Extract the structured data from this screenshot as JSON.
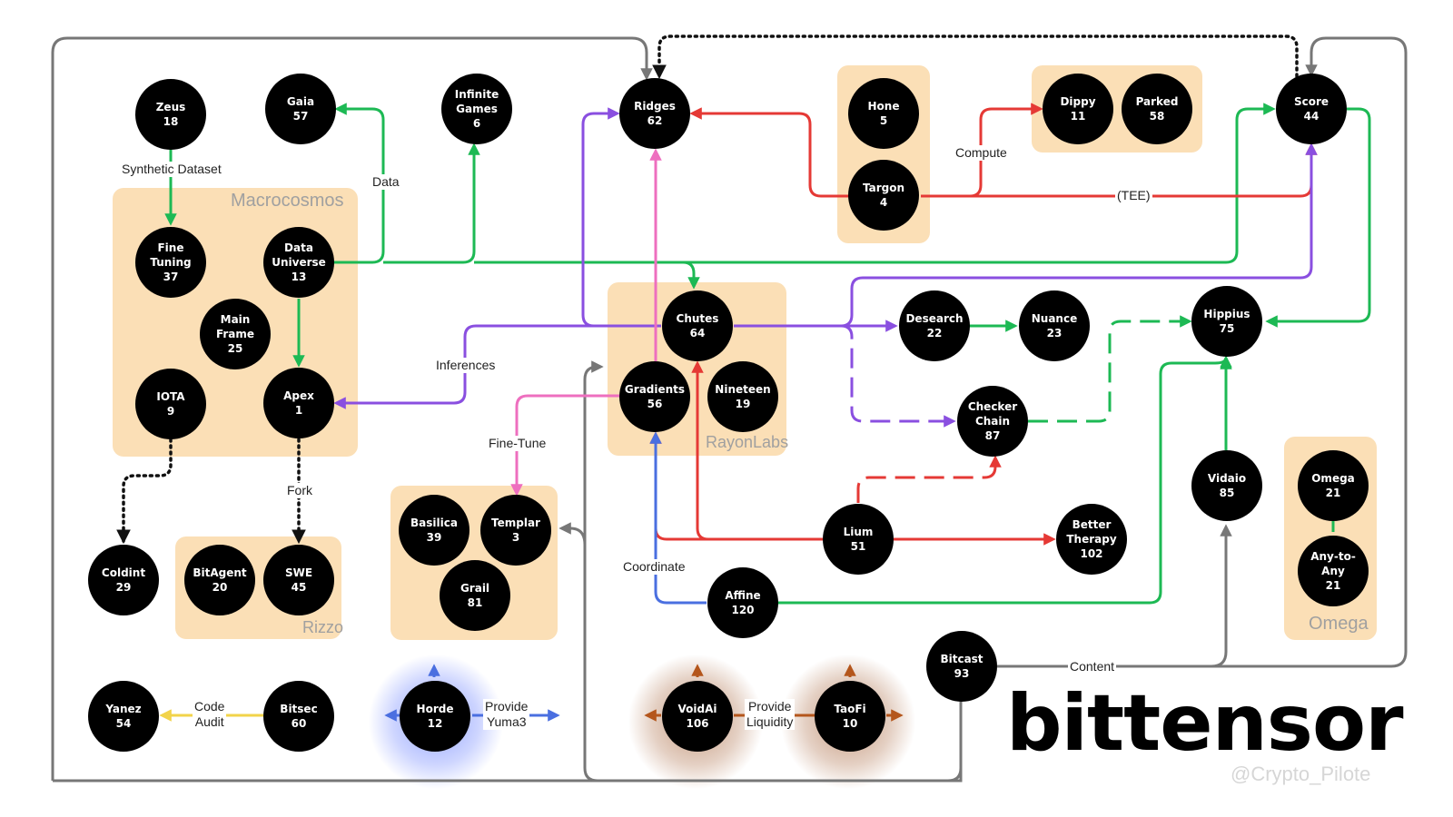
{
  "groups": {
    "macrocosmos": "Macrocosmos",
    "rayonlabs": "RayonLabs",
    "rizzo": "Rizzo",
    "omega": "Omega"
  },
  "nodes": {
    "zeus": {
      "name": "Zeus",
      "num": "18"
    },
    "gaia": {
      "name": "Gaia",
      "num": "57"
    },
    "infinite_games": {
      "name": "Infinite\nGames",
      "num": "6"
    },
    "ridges": {
      "name": "Ridges",
      "num": "62"
    },
    "hone": {
      "name": "Hone",
      "num": "5"
    },
    "targon": {
      "name": "Targon",
      "num": "4"
    },
    "dippy": {
      "name": "Dippy",
      "num": "11"
    },
    "parked": {
      "name": "Parked",
      "num": "58"
    },
    "score": {
      "name": "Score",
      "num": "44"
    },
    "fine_tuning": {
      "name": "Fine\nTuning",
      "num": "37"
    },
    "data_universe": {
      "name": "Data\nUniverse",
      "num": "13"
    },
    "main_frame": {
      "name": "Main\nFrame",
      "num": "25"
    },
    "iota": {
      "name": "IOTA",
      "num": "9"
    },
    "apex": {
      "name": "Apex",
      "num": "1"
    },
    "chutes": {
      "name": "Chutes",
      "num": "64"
    },
    "gradients": {
      "name": "Gradients",
      "num": "56"
    },
    "nineteen": {
      "name": "Nineteen",
      "num": "19"
    },
    "desearch": {
      "name": "Desearch",
      "num": "22"
    },
    "nuance": {
      "name": "Nuance",
      "num": "23"
    },
    "hippius": {
      "name": "Hippius",
      "num": "75"
    },
    "checker_chain": {
      "name": "Checker\nChain",
      "num": "87"
    },
    "vidaio": {
      "name": "Vidaio",
      "num": "85"
    },
    "omega": {
      "name": "Omega",
      "num": "21"
    },
    "any_to_any": {
      "name": "Any-to-\nAny",
      "num": "21"
    },
    "coldint": {
      "name": "Coldint",
      "num": "29"
    },
    "bitagent": {
      "name": "BitAgent",
      "num": "20"
    },
    "swe": {
      "name": "SWE",
      "num": "45"
    },
    "basilica": {
      "name": "Basilica",
      "num": "39"
    },
    "templar": {
      "name": "Templar",
      "num": "3"
    },
    "grail": {
      "name": "Grail",
      "num": "81"
    },
    "lium": {
      "name": "Lium",
      "num": "51"
    },
    "better_therapy": {
      "name": "Better\nTherapy",
      "num": "102"
    },
    "affine": {
      "name": "Affine",
      "num": "120"
    },
    "bitcast": {
      "name": "Bitcast",
      "num": "93"
    },
    "yanez": {
      "name": "Yanez",
      "num": "54"
    },
    "bitsec": {
      "name": "Bitsec",
      "num": "60"
    },
    "horde": {
      "name": "Horde",
      "num": "12"
    },
    "voidai": {
      "name": "VoidAi",
      "num": "106"
    },
    "taofi": {
      "name": "TaoFi",
      "num": "10"
    }
  },
  "edge_labels": {
    "synthetic_dataset": "Synthetic Dataset",
    "data": "Data",
    "compute": "Compute",
    "tee": "(TEE)",
    "inferences": "Inferences",
    "fine_tune": "Fine-Tune",
    "fork": "Fork",
    "coordinate": "Coordinate",
    "content": "Content",
    "code_audit": "Code\nAudit",
    "provide_yuma3": "Provide\nYuma3",
    "provide_liquidity": "Provide\nLiquidity"
  },
  "brand": "bittensor",
  "handle": "@Crypto_Pilote",
  "colors": {
    "green": "#1db954",
    "red": "#e53935",
    "purple": "#8a4fe0",
    "pink": "#ee6fbf",
    "blue": "#4a6fe0",
    "gray": "#777777",
    "yellow": "#f2d34a",
    "brown": "#b4561c",
    "group_fill": "#fbdfb6"
  }
}
